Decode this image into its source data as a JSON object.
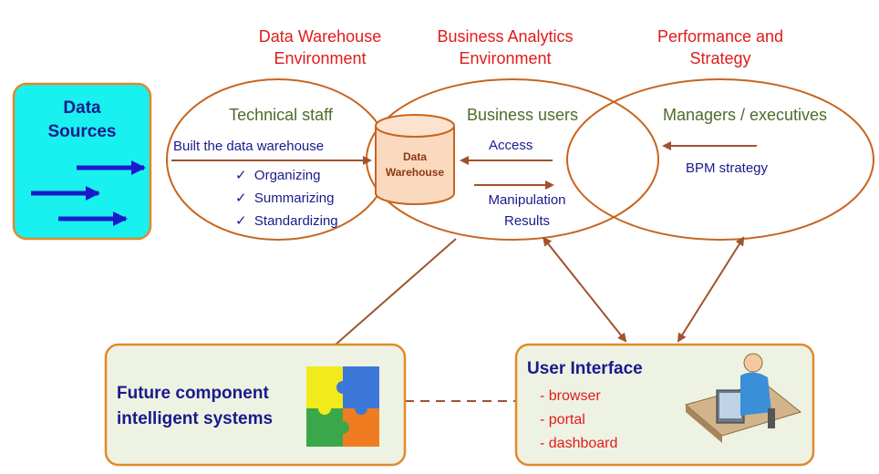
{
  "headings": {
    "data_warehouse_env": [
      "Data Warehouse",
      "Environment"
    ],
    "business_analytics_env": [
      "Business Analytics",
      "Environment"
    ],
    "performance_strategy": [
      "Performance and",
      "Strategy"
    ]
  },
  "data_sources": {
    "label": [
      "Data",
      "Sources"
    ]
  },
  "technical": {
    "title": "Technical staff",
    "action": "Built the data warehouse",
    "tasks": [
      "Organizing",
      "Summarizing",
      "Standardizing"
    ],
    "check_glyph": "✓"
  },
  "warehouse": {
    "label": [
      "Data",
      "Warehouse"
    ]
  },
  "business": {
    "title": "Business users",
    "access": "Access",
    "manipulation": "Manipulation",
    "results": "Results"
  },
  "managers": {
    "title": "Managers / executives",
    "strategy": "BPM strategy"
  },
  "future": {
    "label": [
      "Future component",
      "intelligent systems"
    ]
  },
  "ui": {
    "title": "User Interface",
    "items": [
      "- browser",
      "- portal",
      "- dashboard"
    ]
  },
  "colors": {
    "ellipse_stroke": "#c8641e",
    "arrow": "#a0522d",
    "blue_arrow": "#1a1acc",
    "data_sources_fill": "#19f0f0",
    "box_fill": "#eef2e2",
    "box_stroke": "#e08a2a",
    "heading_red": "#e01b1b",
    "olive": "#4f6b2a",
    "navy": "#1a1a8c"
  }
}
